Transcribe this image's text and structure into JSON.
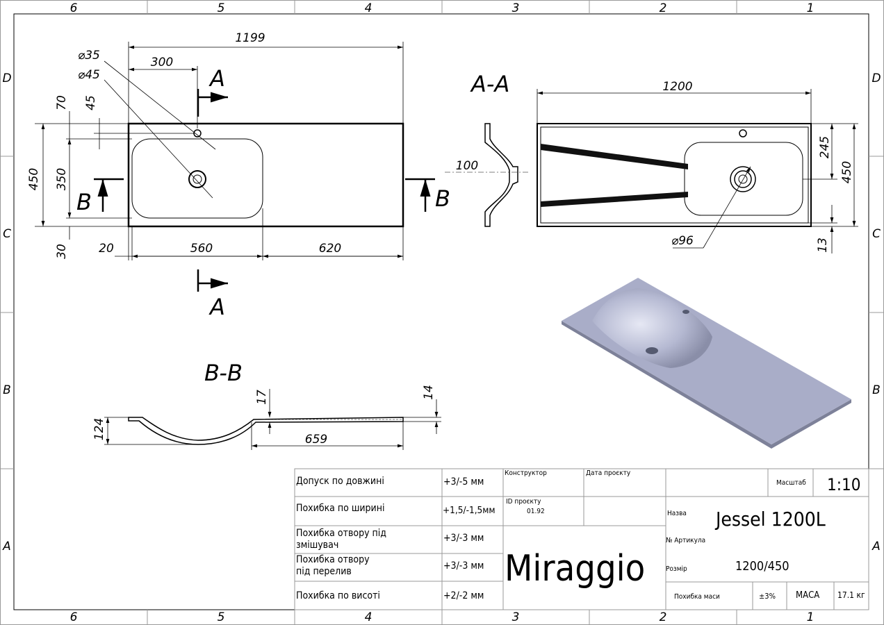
{
  "frame": {
    "columns": [
      "6",
      "5",
      "4",
      "3",
      "2",
      "1"
    ],
    "rows": [
      "D",
      "C",
      "B",
      "A"
    ]
  },
  "top_view": {
    "dims": {
      "overall_length": "1199",
      "overflow_offset": "300",
      "overflow_dia": "⌀35",
      "drain_dia": "⌀45",
      "overflow_from_edge": "70",
      "overflow_y": "45",
      "depth": "450",
      "basin_depth": "350",
      "front_margin": "30",
      "side_margin": "20",
      "basin_width": "560",
      "deck_width": "620"
    },
    "section_a": "A",
    "section_b": "B"
  },
  "section_aa": {
    "title": "A-A",
    "dims": {
      "length": "1200",
      "height": "100",
      "basin_depth": "245",
      "depth": "450",
      "lip": "13",
      "drain_dia": "⌀96"
    }
  },
  "section_bb": {
    "title": "B-B",
    "dims": {
      "top_thickness": "17",
      "edge_thickness": "14",
      "height": "124",
      "deck_length": "659"
    }
  },
  "title_block": {
    "tolerances": [
      {
        "label": "Допуск по довжині",
        "value": "+3/-5 мм"
      },
      {
        "label": "Похибка по ширині",
        "value": "+1,5/-1,5мм"
      },
      {
        "label": "Похибка отвору під змішувач",
        "value": "+3/-3 мм"
      },
      {
        "label": "Похибка отвору під перелив",
        "value": "+3/-3 мм"
      },
      {
        "label": "Похибка по висоті",
        "value": "+2/-2 мм"
      }
    ],
    "designer_label": "Конструктор",
    "date_label": "Дата проєкту",
    "project_id_label": "ID проєкту",
    "project_id": "01.92",
    "brand": "Miraggio",
    "scale_label": "Масштаб",
    "scale": "1:10",
    "name_label": "Назва",
    "name": "Jessel 1200L",
    "article_label": "№ Артикула",
    "size_label": "Розмір",
    "size": "1200/450",
    "mass_tol_label": "Похибка маси",
    "mass_tol": "±3%",
    "mass_label": "МАСА",
    "mass": "17.1 кг"
  },
  "colors": {
    "sink": "#a9adc8",
    "sink_dark": "#7d8199"
  }
}
